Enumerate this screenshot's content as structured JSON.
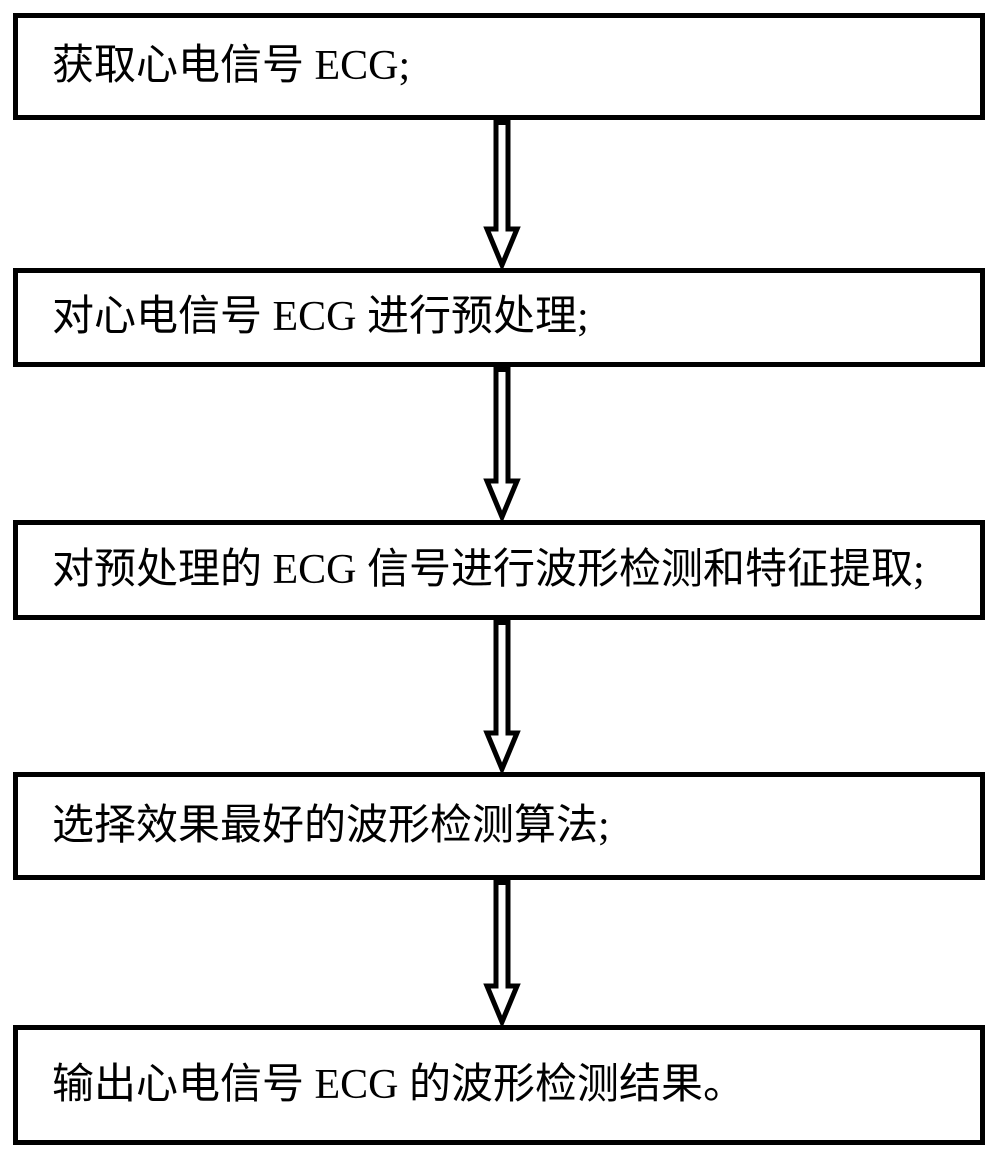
{
  "flowchart": {
    "type": "flowchart",
    "direction": "top-down",
    "steps": [
      {
        "id": 1,
        "text": "获取心电信号 ECG;"
      },
      {
        "id": 2,
        "text": "对心电信号 ECG 进行预处理;"
      },
      {
        "id": 3,
        "text": "对预处理的 ECG 信号进行波形检测和特征提取;"
      },
      {
        "id": 4,
        "text": "选择效果最好的波形检测算法;"
      },
      {
        "id": 5,
        "text": "输出心电信号 ECG 的波形检测结果。"
      }
    ],
    "connectors": [
      {
        "from": 1,
        "to": 2,
        "style": "hollow-arrow-down"
      },
      {
        "from": 2,
        "to": 3,
        "style": "hollow-arrow-down"
      },
      {
        "from": 3,
        "to": 4,
        "style": "hollow-arrow-down"
      },
      {
        "from": 4,
        "to": 5,
        "style": "hollow-arrow-down"
      }
    ]
  },
  "colors": {
    "background": "#ffffff",
    "box_border": "#000000",
    "text": "#000000",
    "arrow_outline": "#000000",
    "arrow_fill": "#ffffff"
  }
}
